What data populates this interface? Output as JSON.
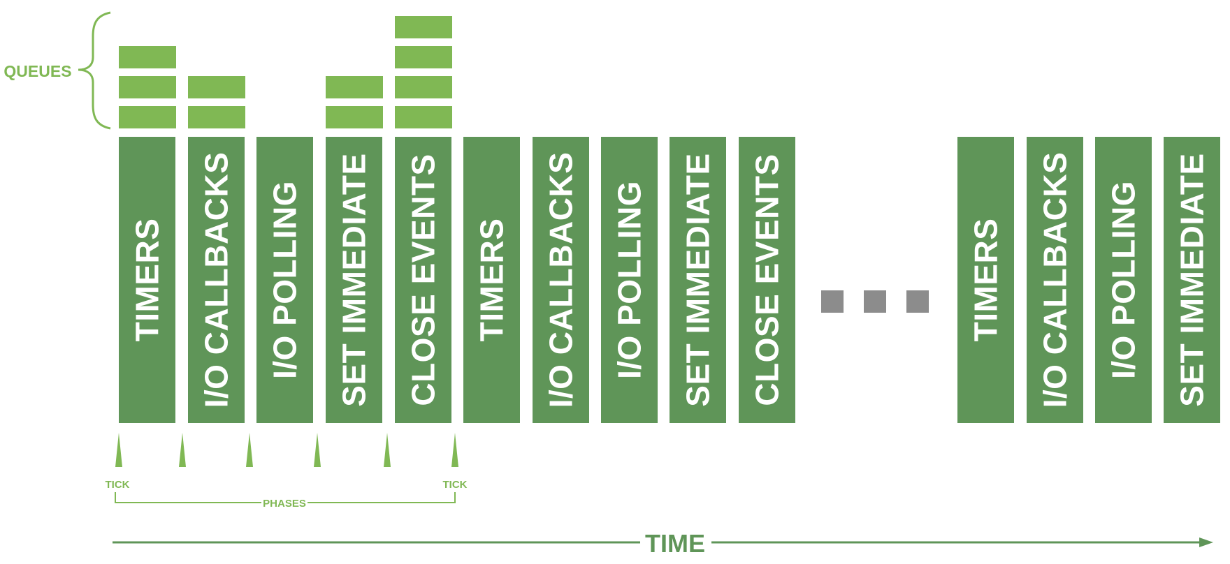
{
  "labels": {
    "queues": "QUEUES",
    "tick_start": "TICK",
    "tick_end": "TICK",
    "phases": "PHASES",
    "time": "TIME"
  },
  "phases": [
    "TIMERS",
    "I/O CALLBACKS",
    "I/O POLLING",
    "SET IMMEDIATE",
    "CLOSE EVENTS",
    "TIMERS",
    "I/O CALLBACKS",
    "I/O POLLING",
    "SET IMMEDIATE",
    "CLOSE EVENTS",
    "TIMERS",
    "I/O CALLBACKS",
    "I/O POLLING",
    "SET IMMEDIATE"
  ],
  "queue_counts": [
    3,
    2,
    0,
    2,
    4
  ],
  "colors": {
    "phase_fill": "#5f9558",
    "queue_fill": "#80b854",
    "accent_green": "#80b854",
    "dark_green": "#5f9558",
    "ellipsis_gray": "#8c8c8c"
  }
}
